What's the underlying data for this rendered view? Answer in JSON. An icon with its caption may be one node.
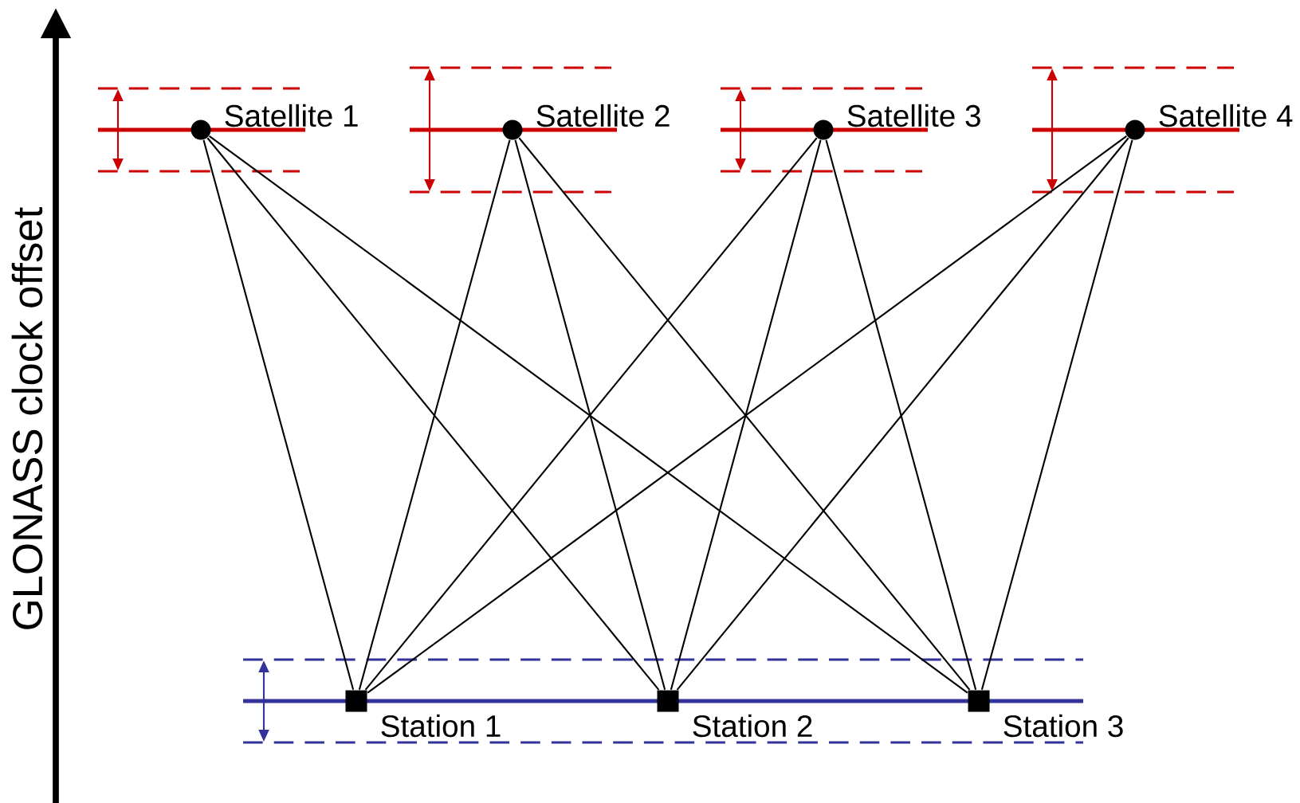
{
  "diagram": {
    "nodes": [
      {
        "text": [],
        "shape": "circle",
        "beside": [
          "Satellite 1"
        ]
      },
      {
        "text": [],
        "shape": "circle",
        "beside": [
          "Satellite 2"
        ]
      },
      {
        "text": [],
        "shape": "circle",
        "beside": [
          "Satellite 3"
        ]
      },
      {
        "text": [],
        "shape": "circle",
        "beside": [
          "Satellite 4"
        ]
      },
      {
        "text": [],
        "shape": "box",
        "beside": [
          "Station 1"
        ]
      },
      {
        "text": [],
        "shape": "box",
        "beside": [
          "Station 2"
        ]
      },
      {
        "text": [],
        "shape": "box",
        "beside": [
          "Station 3"
        ]
      }
    ],
    "edges": [
      {
        "from": 0,
        "to": 4,
        "arrow": "none"
      },
      {
        "from": 0,
        "to": 5,
        "arrow": "none"
      },
      {
        "from": 0,
        "to": 6,
        "arrow": "none"
      },
      {
        "from": 1,
        "to": 4,
        "arrow": "none"
      },
      {
        "from": 1,
        "to": 5,
        "arrow": "none"
      },
      {
        "from": 1,
        "to": 6,
        "arrow": "none"
      },
      {
        "from": 2,
        "to": 4,
        "arrow": "none"
      },
      {
        "from": 2,
        "to": 5,
        "arrow": "none"
      },
      {
        "from": 2,
        "to": 6,
        "arrow": "none"
      },
      {
        "from": 3,
        "to": 4,
        "arrow": "none"
      },
      {
        "from": 3,
        "to": 5,
        "arrow": "none"
      },
      {
        "from": 3,
        "to": 6,
        "arrow": "none"
      }
    ],
    "labels": [
      "GLONASS clock offset"
    ]
  }
}
